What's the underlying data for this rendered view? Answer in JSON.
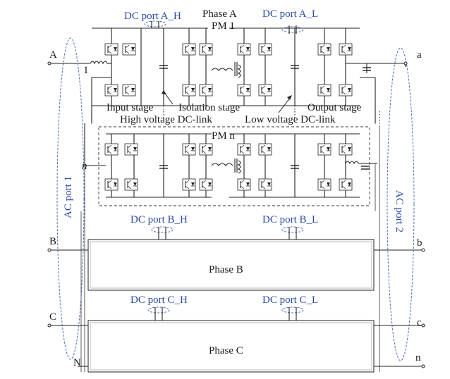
{
  "ac_terminals_left": [
    "A",
    "B",
    "C",
    "N"
  ],
  "ac_terminals_right": [
    "a",
    "b",
    "c",
    "n"
  ],
  "module_index_top": "1",
  "module_index_n": "n",
  "phase_a": {
    "title": "Phase A",
    "module": "PM 1",
    "module_n": "PM n"
  },
  "dc_ports": {
    "a_h": "DC port A_H",
    "a_l": "DC port A_L",
    "b_h": "DC port B_H",
    "b_l": "DC port B_L",
    "c_h": "DC port C_H",
    "c_l": "DC port C_L"
  },
  "stages": {
    "input": "Input stage",
    "isolation": "Isolation stage",
    "output": "Output stage",
    "hv_link": "High voltage DC-link",
    "lv_link": "Low voltage DC-link"
  },
  "ac_ports": {
    "left": "AC port 1",
    "right": "AC port 2"
  },
  "phase_blocks": {
    "b": "Phase B",
    "c": "Phase C"
  },
  "colors": {
    "port_label": "#2a4aa8",
    "line": "#222222"
  }
}
